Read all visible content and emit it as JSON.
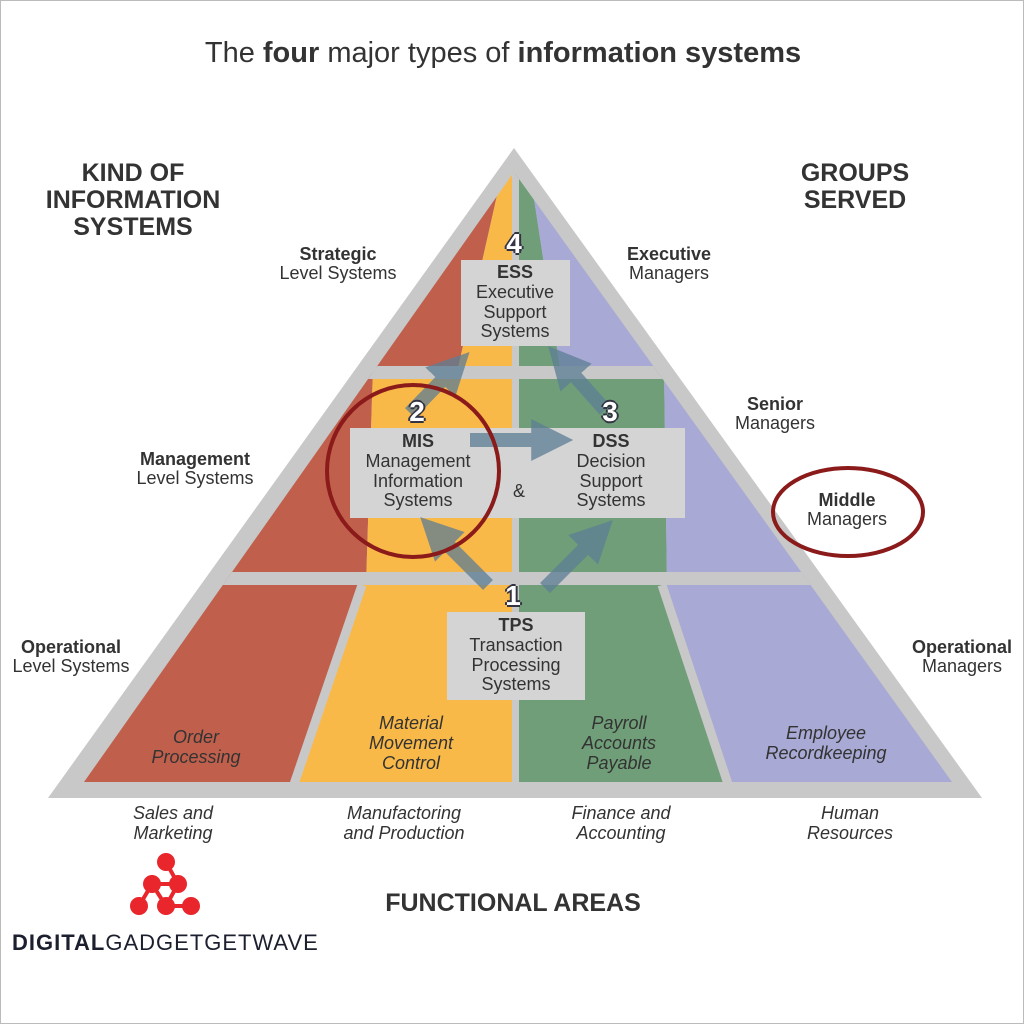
{
  "title": {
    "pre": "The ",
    "bold1": "four",
    "mid": " major types of ",
    "bold2": "information systems"
  },
  "left_heading": [
    "KIND OF",
    "INFORMATION",
    "SYSTEMS"
  ],
  "right_heading": [
    "GROUPS",
    "SERVED"
  ],
  "levels": [
    {
      "bold": "Strategic",
      "rest": "Level Systems"
    },
    {
      "bold": "Management",
      "rest": "Level Systems"
    },
    {
      "bold": "Operational",
      "rest": "Level Systems"
    }
  ],
  "groups": [
    {
      "bold": "Executive",
      "rest": "Managers"
    },
    {
      "bold": "Senior",
      "rest": "Managers"
    },
    {
      "bold": "Middle",
      "rest": "Managers"
    },
    {
      "bold": "Operational",
      "rest": "Managers"
    }
  ],
  "systems": {
    "ess": {
      "num": "4",
      "abbr": "ESS",
      "l1": "Executive",
      "l2": "Support",
      "l3": "Systems"
    },
    "mis": {
      "num": "2",
      "abbr": "MIS",
      "l1": "Management",
      "l2": "Information",
      "l3": "Systems"
    },
    "dss": {
      "num": "3",
      "abbr": "DSS",
      "l1": "Decision",
      "l2": "Support",
      "l3": "Systems"
    },
    "tps": {
      "num": "1",
      "abbr": "TPS",
      "l1": "Transaction",
      "l2": "Processing",
      "l3": "Systems"
    },
    "amp": "&"
  },
  "examples": [
    [
      "Order",
      "Processing"
    ],
    [
      "Material",
      "Movement",
      "Control"
    ],
    [
      "Payroll",
      "Accounts",
      "Payable"
    ],
    [
      "Employee",
      "Recordkeeping"
    ]
  ],
  "functional_areas": [
    [
      "Sales and",
      "Marketing"
    ],
    [
      "Manufactoring",
      "and Production"
    ],
    [
      "Finance and",
      "Accounting"
    ],
    [
      "Human",
      "Resources"
    ]
  ],
  "functional_heading": "FUNCTIONAL AREAS",
  "logo": {
    "bold": "DIGITAL",
    "rest": "GADGETGETWAVE"
  },
  "colors": {
    "red": "#c0604c",
    "yellow": "#f9b949",
    "green": "#6f9e78",
    "purple": "#a8a9d4",
    "gray": "#c8c8c8",
    "highlight": "#8b1a1a"
  }
}
